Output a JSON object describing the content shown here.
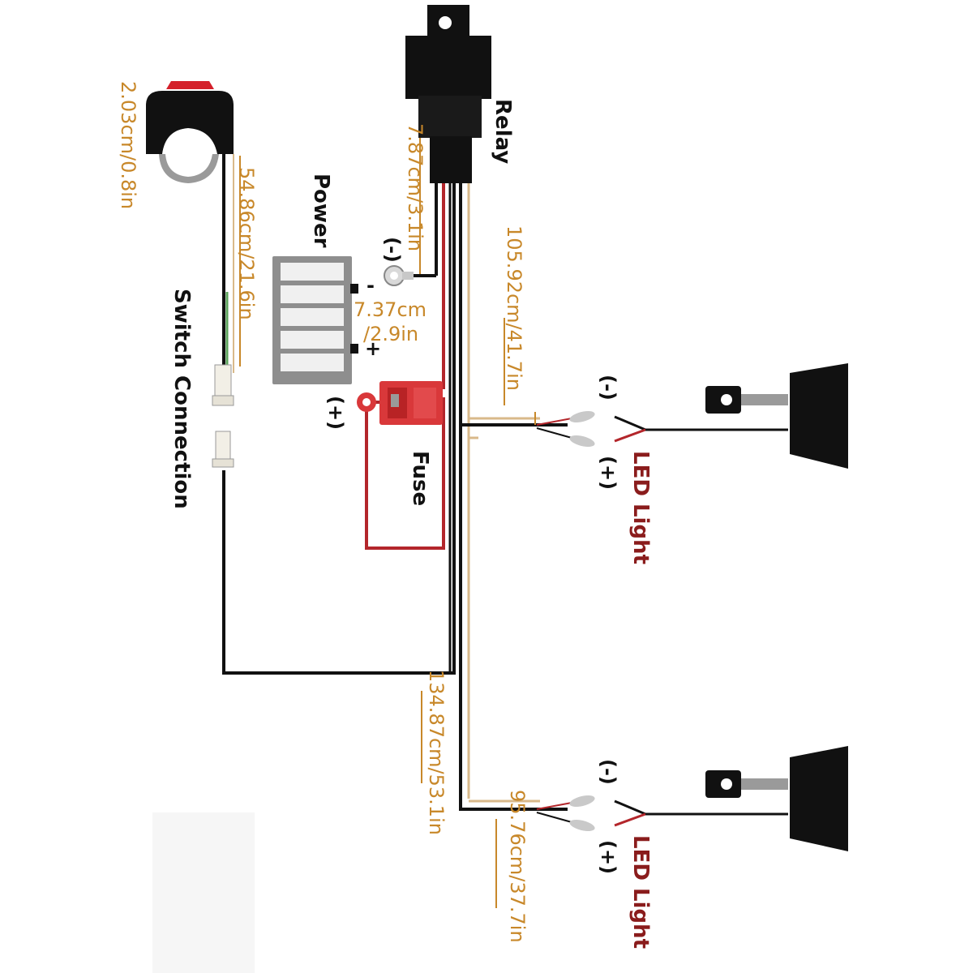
{
  "labels": {
    "relay": "Relay",
    "power": "Power",
    "switch_connection": "Switch Connection",
    "fuse": "Fuse",
    "led_light_1": "LED Light",
    "led_light_2": "LED Light"
  },
  "polarity": {
    "power_negative": "(-)",
    "power_positive": "(+)",
    "battery_minus": "-",
    "battery_plus": "+",
    "led1_negative": "(-)",
    "led1_positive": "(+)",
    "led2_negative": "(-)",
    "led2_positive": "(+)"
  },
  "measurements": {
    "switch_size": "2.03cm/0.8in",
    "switch_lead": "54.86cm/21.6in",
    "relay_lead": "7.87cm/3.1in",
    "power_lead_a": "7.37cm",
    "power_lead_b": "/2.9in",
    "led1_lead": "105.92cm/41.7in",
    "led2_run": "134.87cm/53.1in",
    "led2_lead": "95.76cm/37.7in"
  },
  "colors": {
    "wire_black": "#111111",
    "wire_red": "#b3262b",
    "wire_tan": "#d9b98a",
    "dimension": "#c8882a",
    "led_label": "#8a1c1c",
    "fuse": "#d9383a",
    "battery": "#8e8e8e"
  },
  "icons": [
    "rocker-switch-icon",
    "relay-icon",
    "battery-icon",
    "ring-terminal-icon",
    "fuse-holder-icon",
    "connector-plug-icon",
    "led-light-icon"
  ]
}
